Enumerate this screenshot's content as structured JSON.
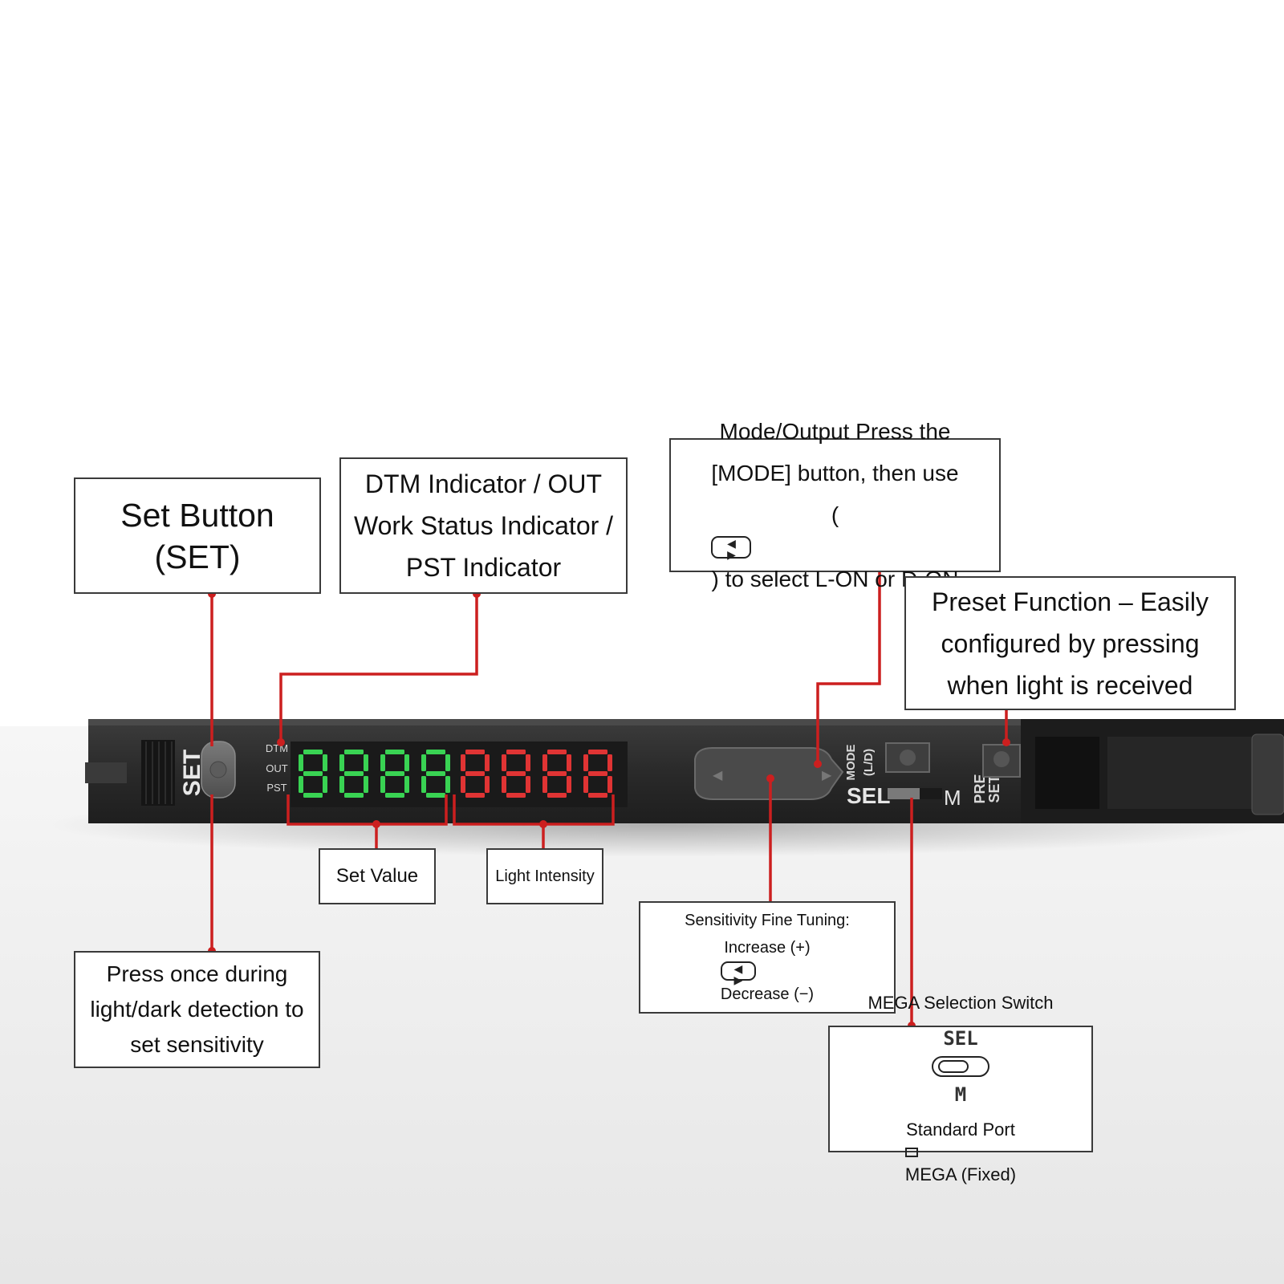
{
  "device": {
    "set_label": "SET",
    "indicators": [
      "DTM",
      "OUT",
      "PST"
    ],
    "set_value_digits": "8888",
    "light_intensity_digits": "8888",
    "mode_label": "MODE",
    "mode_sub": "(L/D)",
    "sel_label": "SEL",
    "m_label": "M",
    "preset_label_top": "PRE",
    "preset_label_bottom": "SET",
    "left_arrow": "◀",
    "right_arrow": "▶",
    "colors": {
      "set_value_digits": "#39d353",
      "light_intensity_digits": "#e03434",
      "leader_line": "#cc1f1f",
      "body": "#2b2b2b"
    }
  },
  "callouts": {
    "set_button": {
      "lines": [
        "Set Button",
        "(SET)"
      ]
    },
    "dtm": {
      "lines": [
        "DTM Indicator / OUT",
        "Work Status Indicator /",
        "PST Indicator"
      ]
    },
    "mode": {
      "line1": "Mode/Output Press the",
      "line2": "[MODE] button, then use",
      "line3_open": "(",
      "line3_close": ") to select L-ON or D-ON"
    },
    "preset": {
      "lines": [
        "Preset Function – Easily",
        "configured by pressing",
        "when light is received"
      ]
    },
    "set_value": {
      "text": "Set Value"
    },
    "light_intensity": {
      "text": "Light Intensity"
    },
    "press_once": {
      "lines": [
        "Press once during",
        "light/dark detection to",
        "set sensitivity"
      ]
    },
    "fine_tuning": {
      "line1": "Sensitivity Fine Tuning:",
      "increase": "Increase (+)",
      "decrease": "Decrease (−)"
    },
    "mega": {
      "title": "MEGA Selection Switch",
      "sel": "SEL",
      "m": "M",
      "standard": "Standard Port",
      "mega_fixed": "MEGA (Fixed)"
    }
  }
}
